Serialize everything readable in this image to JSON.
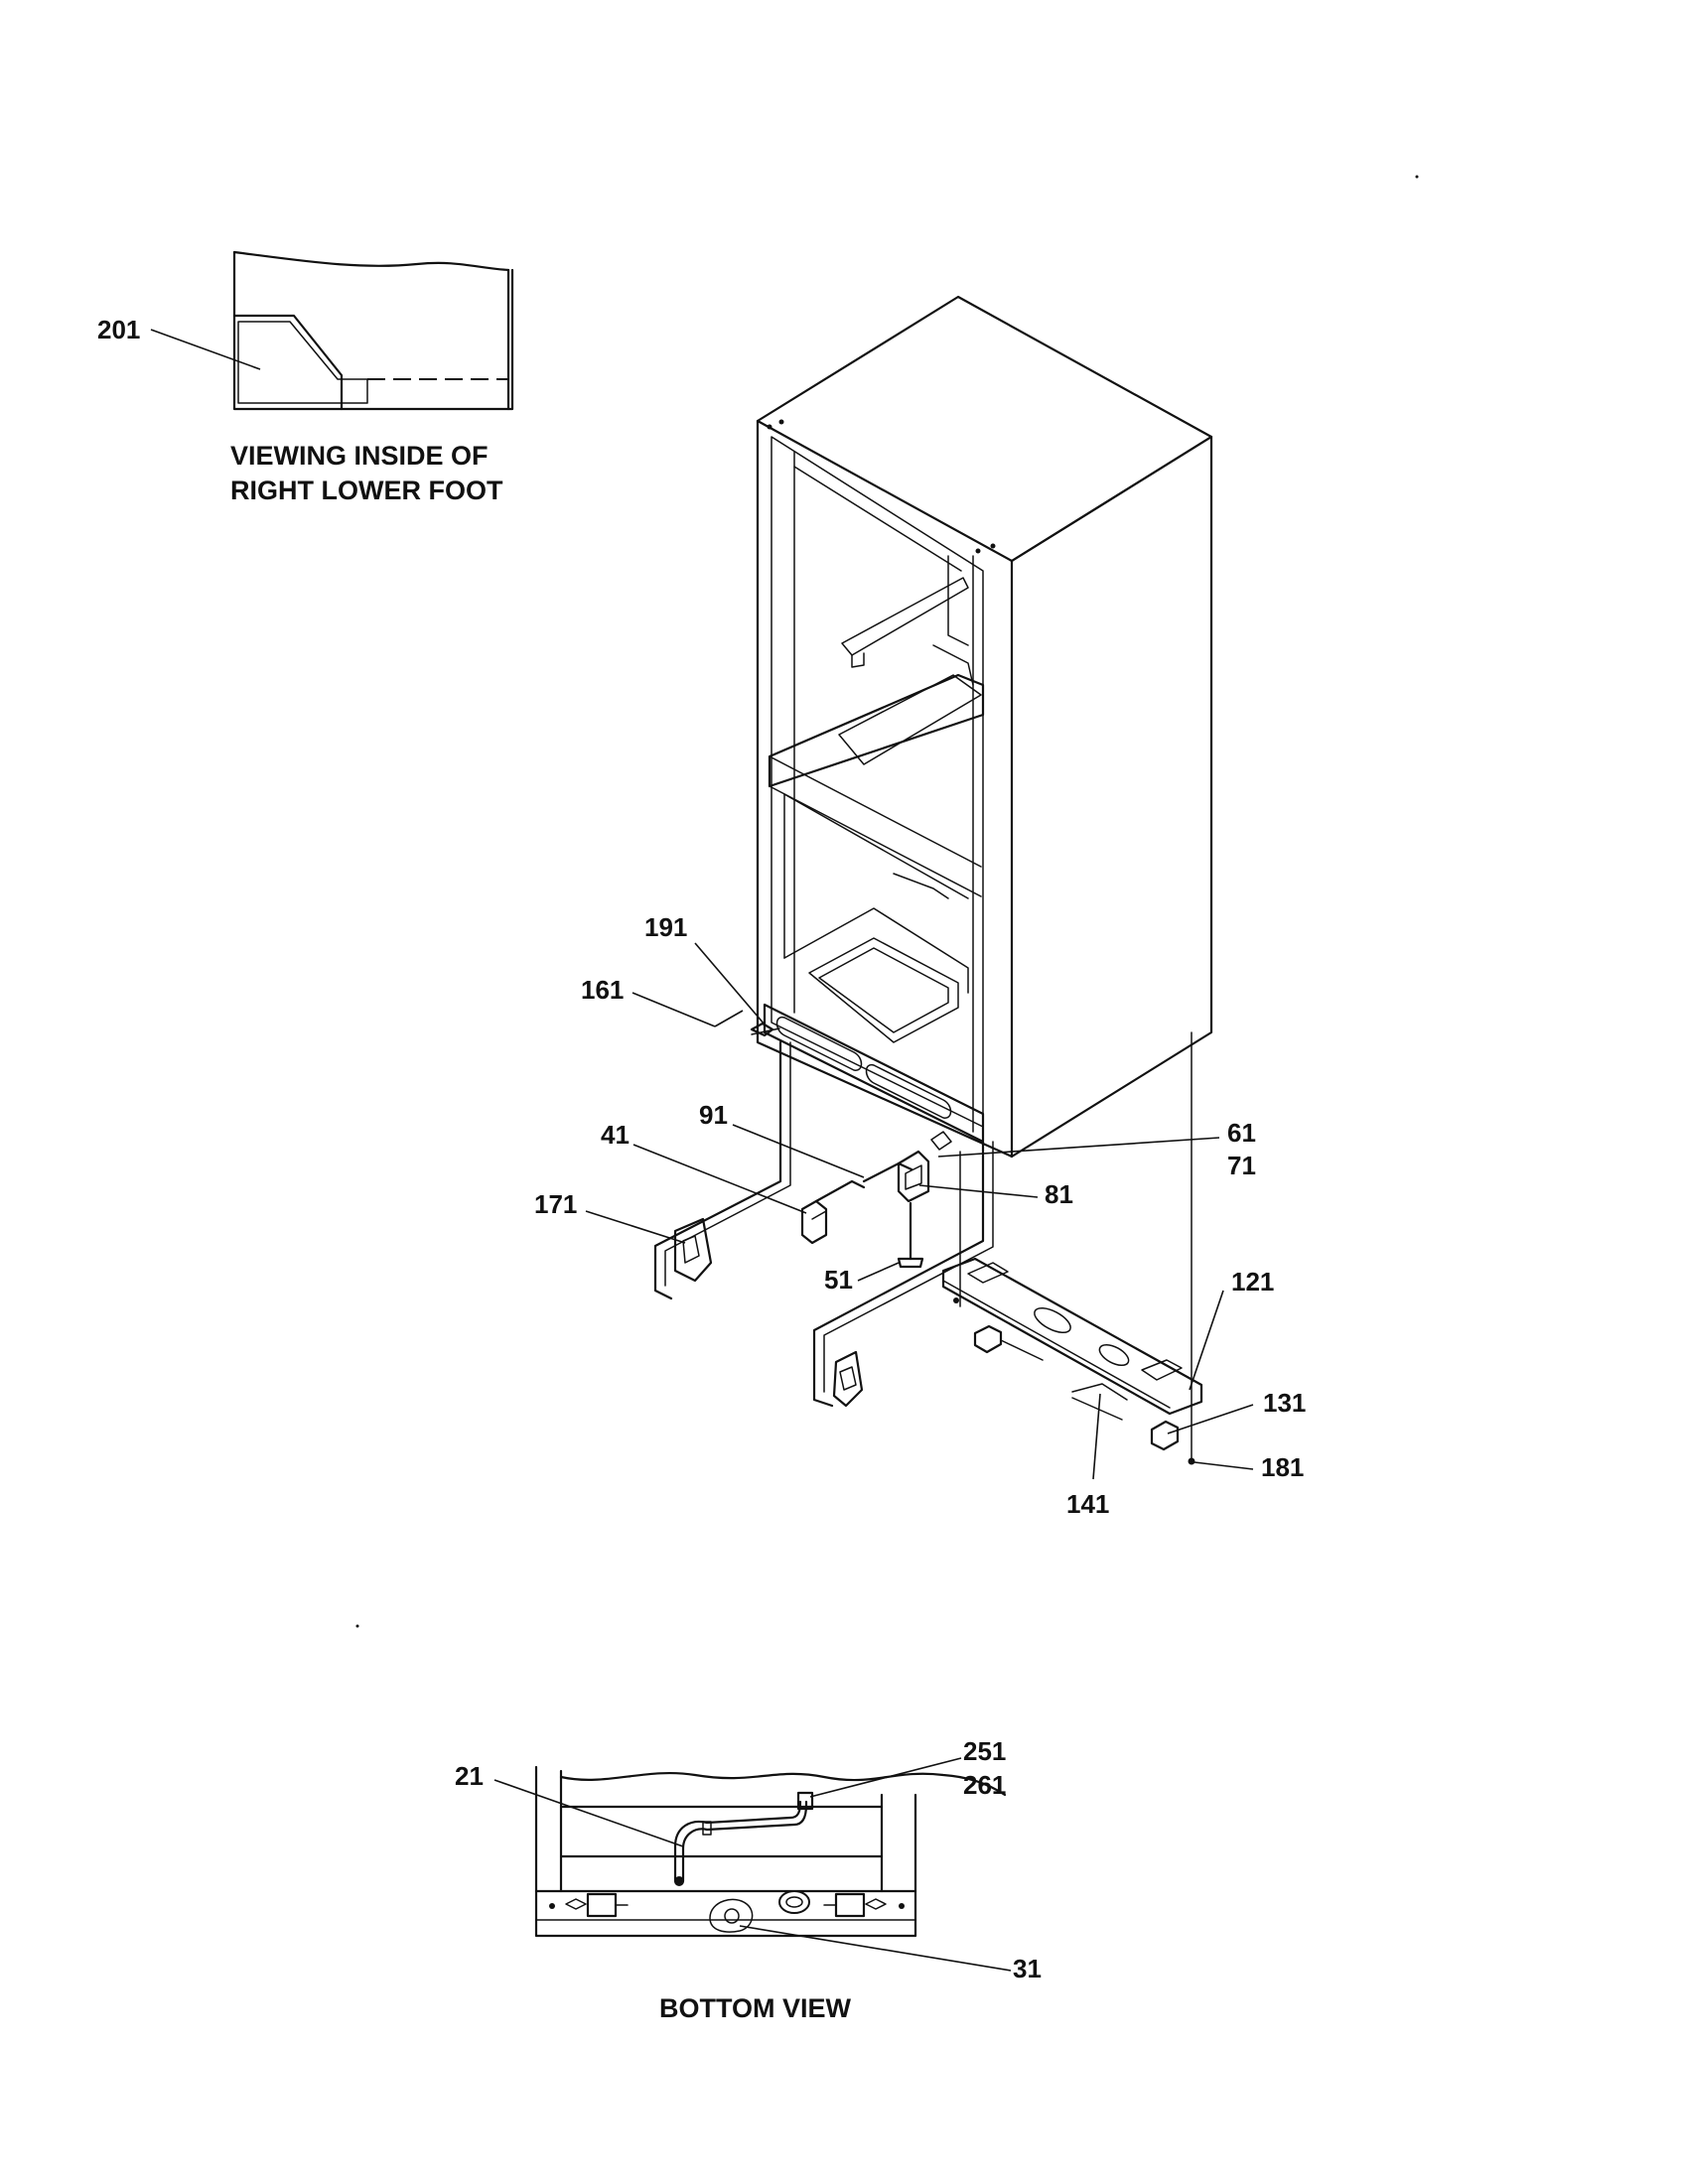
{
  "captions": {
    "inset_line1": "VIEWING INSIDE OF",
    "inset_line2": "RIGHT LOWER FOOT",
    "bottom_view": "BOTTOM VIEW"
  },
  "callouts": {
    "p201": "201",
    "p191": "191",
    "p161": "161",
    "p91": "91",
    "p41": "41",
    "p61": "61",
    "p71": "71",
    "p81": "81",
    "p171": "171",
    "p51": "51",
    "p121": "121",
    "p131": "131",
    "p181": "181",
    "p141": "141",
    "p21": "21",
    "p251": "251",
    "p261": "261",
    "p31": "31"
  }
}
